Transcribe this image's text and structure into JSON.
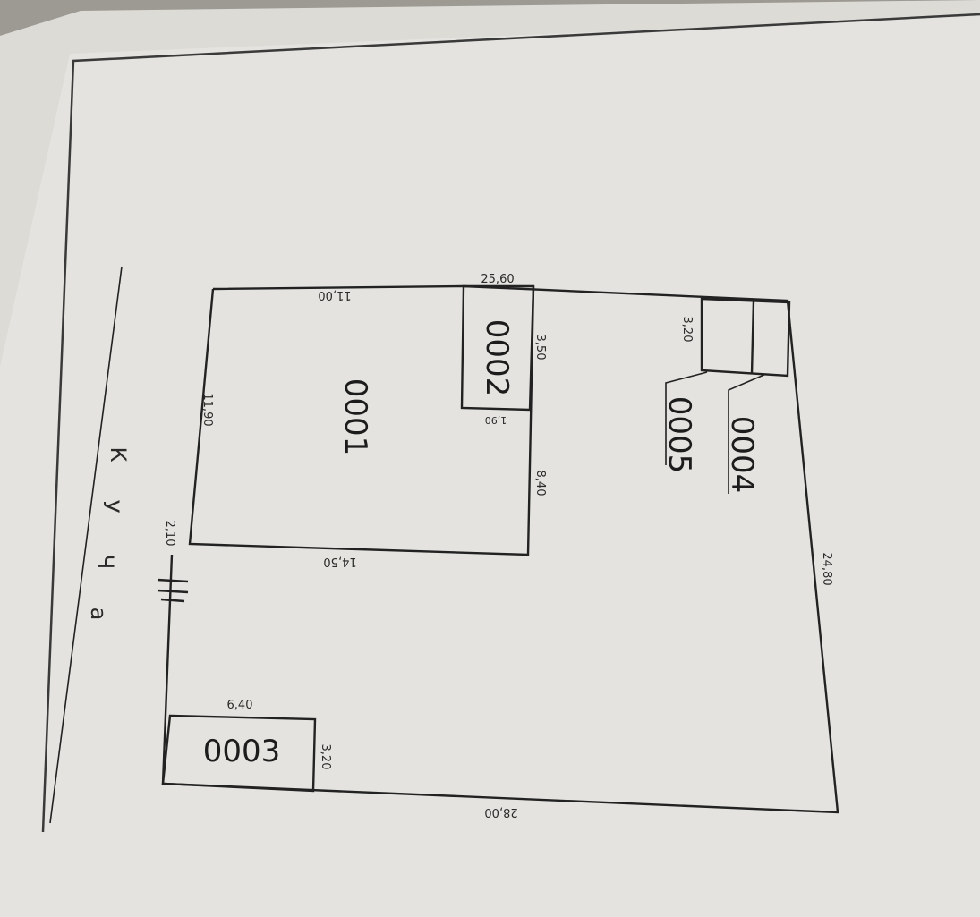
{
  "plan": {
    "rooms": {
      "r0001": "0001",
      "r0002": "0002",
      "r0003": "0003",
      "r0004": "0004",
      "r0005": "0005"
    },
    "dimensions": {
      "d_25_60": "25,60",
      "d_11_00": "11,00",
      "d_3_50": "3,50",
      "d_1_90": "1,90",
      "d_11_90": "11,90",
      "d_8_40": "8,40",
      "d_14_50": "14,50",
      "d_2_10": "2,10",
      "d_3_20_top": "3,20",
      "d_24_80": "24,80",
      "d_6_40": "6,40",
      "d_3_20_bottom": "3,20",
      "d_28_00": "28,00"
    },
    "street": {
      "l1": "К",
      "l2": "У",
      "l3": "Ч",
      "l4": "а"
    }
  }
}
